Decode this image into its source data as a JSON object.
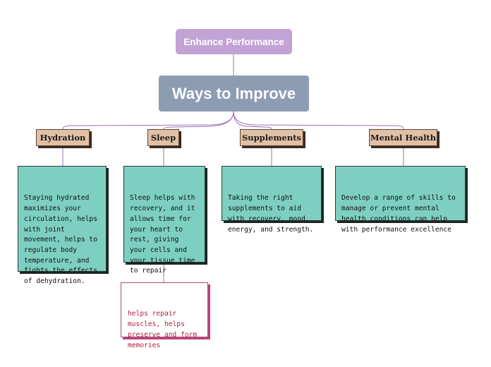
{
  "colors": {
    "top_node": "#c3a2d5",
    "root_node": "#8c9cb3",
    "topic_fill": "#e2c0a5",
    "leaf_fill": "#7dcfc1",
    "note_border": "#b7467c",
    "note_text": "#b0203c",
    "connector": "#9a6fb8"
  },
  "top_node": {
    "label": "Enhance Performance"
  },
  "root": {
    "label": "Ways to Improve"
  },
  "topics": [
    {
      "label": "Hydration",
      "detail": "Staying hydrated\nmaximizes your\ncirculation, helps\nwith joint\nmovement, helps to\nregulate body\ntemperature, and\nfights the effects\nof dehydration."
    },
    {
      "label": "Sleep",
      "detail": "Sleep helps with\nrecovery, and it\nallows time for\nyour heart to\nrest, giving\nyour cells and\nyour tissue time\nto repair",
      "note": "helps repair\nmuscles, helps\npreserve and form\nmemories"
    },
    {
      "label": "Supplements",
      "detail": "Taking the right\nsupplements to aid\nwith recovery, mood,\nenergy, and strength."
    },
    {
      "label": "Mental Health",
      "detail": "Develop a range of skills to\nmanage or prevent mental\nhealth conditions can help\nwith performance excellence"
    }
  ]
}
